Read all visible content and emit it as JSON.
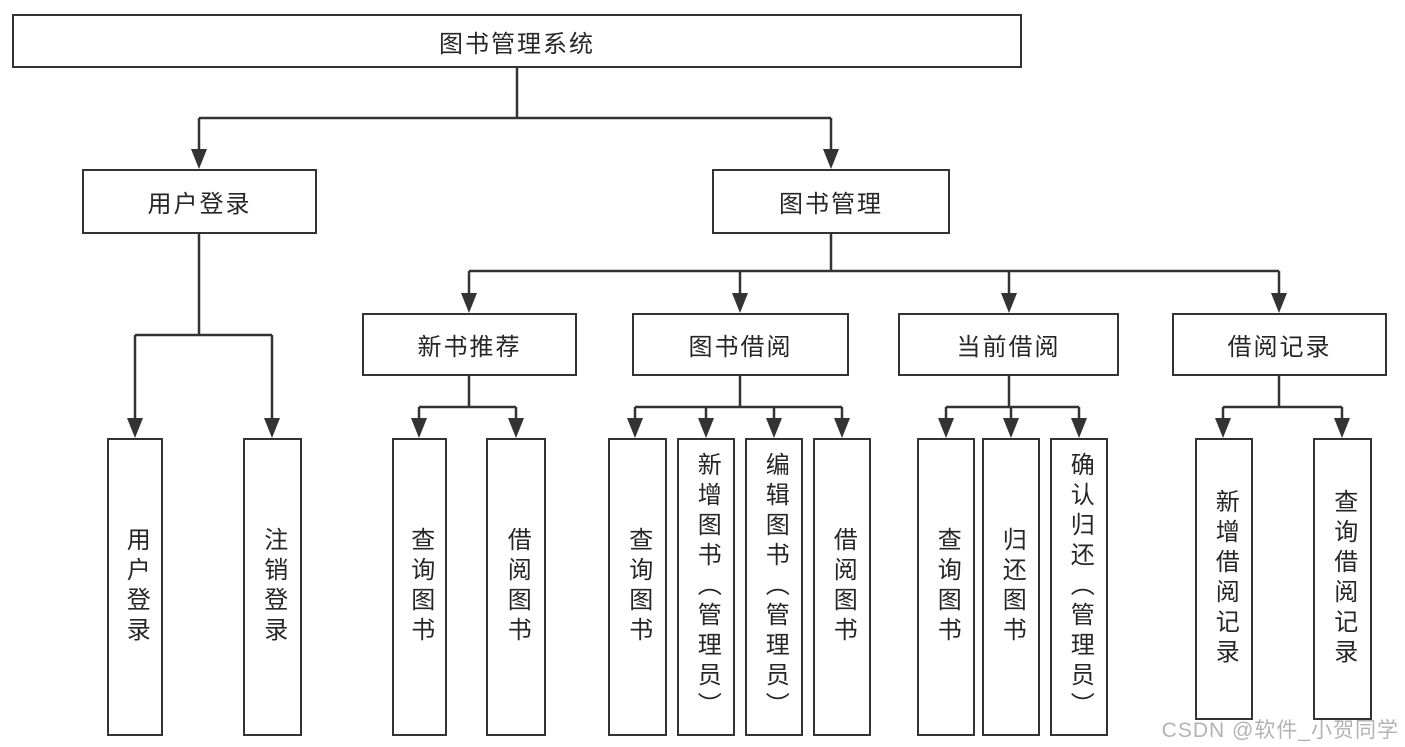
{
  "diagram_type": "functional-structure-tree",
  "tree": {
    "label": "图书管理系统",
    "children": [
      {
        "label": "用户登录",
        "children": [
          {
            "label": "用户登录"
          },
          {
            "label": "注销登录"
          }
        ]
      },
      {
        "label": "图书管理",
        "children": [
          {
            "label": "新书推荐",
            "children": [
              {
                "label": "查询图书"
              },
              {
                "label": "借阅图书"
              }
            ]
          },
          {
            "label": "图书借阅",
            "children": [
              {
                "label": "查询图书"
              },
              {
                "label": "新增图书（管理员）"
              },
              {
                "label": "编辑图书（管理员）"
              },
              {
                "label": "借阅图书"
              }
            ]
          },
          {
            "label": "当前借阅",
            "children": [
              {
                "label": "查询图书"
              },
              {
                "label": "归还图书"
              },
              {
                "label": "确认归还（管理员）"
              }
            ]
          },
          {
            "label": "借阅记录",
            "children": [
              {
                "label": "新增借阅记录"
              },
              {
                "label": "查询借阅记录"
              }
            ]
          }
        ]
      }
    ]
  },
  "watermark": {
    "text": "CSDN @软件_小贺同学"
  },
  "colors": {
    "line": "#333333",
    "text": "#262626",
    "box_background": "#ffffff",
    "watermark": "#b3b3b3",
    "background": "#ffffff"
  }
}
